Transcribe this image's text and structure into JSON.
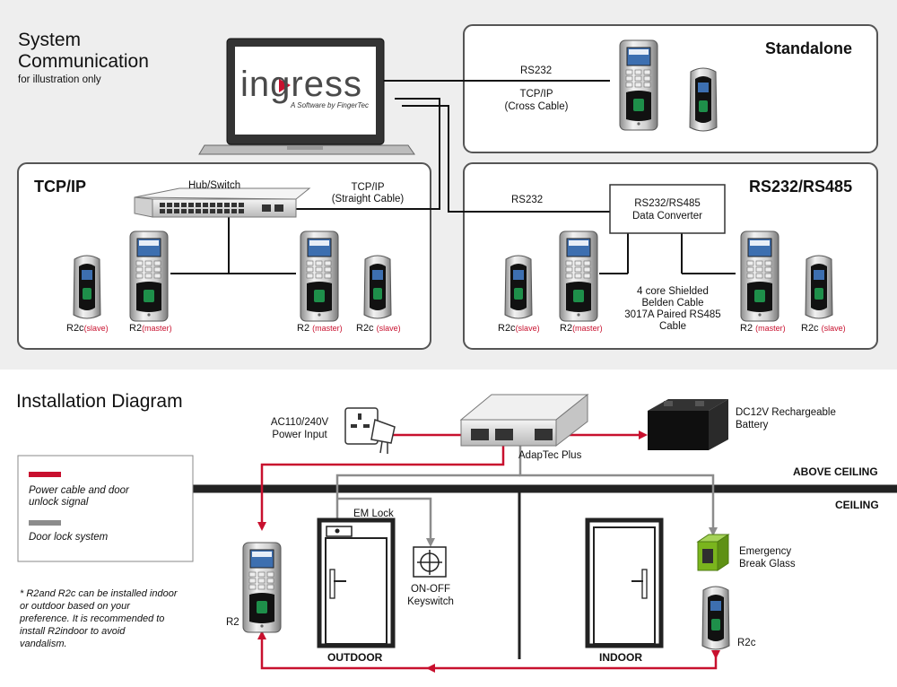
{
  "system": {
    "title_line1": "System",
    "title_line2": "Communication",
    "subtitle": "for illustration only"
  },
  "software": {
    "logo_text": "ingress",
    "tagline": "A Software by FingerTec"
  },
  "standalone": {
    "title": "Standalone",
    "rs232": "RS232",
    "tcpip": "TCP/IP",
    "cross_cable": "(Cross Cable)"
  },
  "tcpip_box": {
    "title": "TCP/IP",
    "hub": "Hub/Switch",
    "tcpip": "TCP/IP",
    "straight_cable": "(Straight Cable)",
    "devices": [
      {
        "model": "R2c",
        "role": "(slave)"
      },
      {
        "model": "R2",
        "role": "(master)"
      },
      {
        "model": "R2",
        "role": "(master)"
      },
      {
        "model": "R2c",
        "role": "(slave)"
      }
    ]
  },
  "rs_box": {
    "title": "RS232/RS485",
    "rs232": "RS232",
    "converter_line1": "RS232/RS485",
    "converter_line2": "Data  Converter",
    "cable_lines": [
      "4 core Shielded",
      "Belden Cable",
      "3017A Paired RS485",
      "Cable"
    ],
    "devices": [
      {
        "model": "R2c",
        "role": "(slave)"
      },
      {
        "model": "R2",
        "role": "(master)"
      },
      {
        "model": "R2",
        "role": "(master)"
      },
      {
        "model": "R2c",
        "role": "(slave)"
      }
    ]
  },
  "install": {
    "title": "Installation Diagram",
    "power_line1": "AC110/240V",
    "power_line2": "Power Input",
    "adaptec": "AdapTec Plus",
    "battery_line1": "DC12V Rechargeable",
    "battery_line2": "Battery",
    "above_ceiling": "ABOVE CEILING",
    "ceiling": "CEILING",
    "em_lock": "EM Lock",
    "keyswitch_line1": "ON-OFF",
    "keyswitch_line2": "Keyswitch",
    "break_glass_line1": "Emergency",
    "break_glass_line2": "Break Glass",
    "r2": "R2",
    "r2c": "R2c",
    "outdoor": "OUTDOOR",
    "indoor": "INDOOR",
    "legend_power_line1": "Power cable and door",
    "legend_power_line2": "unlock signal",
    "legend_door": "Door lock system",
    "note_lines": [
      "* R2and R2c can be installed indoor",
      "or outdoor based on your",
      "preference. It is recommended to",
      "install R2indoor to avoid",
      "vandalism."
    ]
  },
  "colors": {
    "red_cable": "#c8102e",
    "gray_cable": "#8c8c8c",
    "green_glass": "#7ab51d",
    "section_bg": "#eeeeee"
  }
}
